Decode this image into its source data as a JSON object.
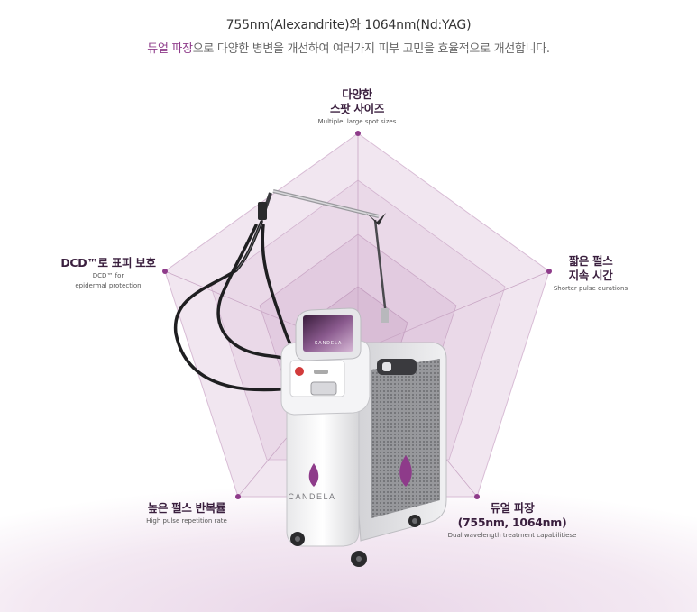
{
  "header": {
    "line1": "755nm(Alexandrite)와 1064nm(Nd:YAG)",
    "line2_accent": "듀얼 파장",
    "line2_rest": "으로 다양한 병변을 개선하여 여러가지 피부 고민을 효율적으로 개선합니다."
  },
  "radar": {
    "points": [
      {
        "ko_lines": [
          "다양한",
          "스팟 사이즈"
        ],
        "en_lines": [
          "Multiple, large spot sizes"
        ]
      },
      {
        "ko_lines": [
          "짧은 펄스",
          "지속 시간"
        ],
        "en_lines": [
          "Shorter pulse durations"
        ]
      },
      {
        "ko_lines": [
          "듀얼 파장",
          "(755nm, 1064nm)"
        ],
        "en_lines": [
          "Dual wavelength treatment capabilitiese"
        ]
      },
      {
        "ko_lines": [
          "높은 펄스 반복률"
        ],
        "en_lines": [
          "High pulse repetition rate"
        ]
      },
      {
        "ko_lines": [
          "DCD™로 표피 보호"
        ],
        "en_lines": [
          "DCD™ for",
          "epidermal protection"
        ]
      }
    ],
    "colors": {
      "marker": "#8e3b8a",
      "fill_outer": "#f1e6f0",
      "fill_inner": "#ddc4da"
    }
  },
  "device": {
    "brand": "CANDELA",
    "screen_brand": "CANDELA"
  }
}
